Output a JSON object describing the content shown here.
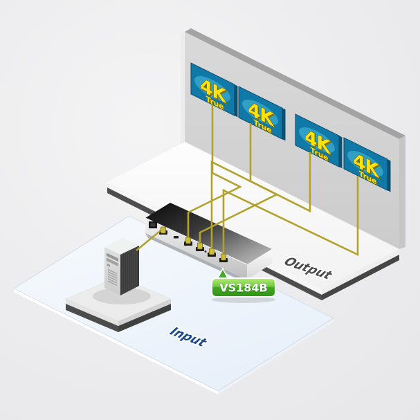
{
  "scene": {
    "device_label": "VS184B",
    "floor_labels": {
      "output": "Output",
      "input": "Input"
    },
    "displays": [
      {
        "badge": "4K",
        "sub": "True"
      },
      {
        "badge": "4K",
        "sub": "True"
      },
      {
        "badge": "4K",
        "sub": "True"
      },
      {
        "badge": "4K",
        "sub": "True"
      }
    ],
    "colors": {
      "cable": "#b2a22b",
      "screen_blue": "#1179a8",
      "screen_glow": "#2f9fc5",
      "screen_side": "#0b4f71",
      "badge_yellow": "#ffe212",
      "badge_shadow": "#7d7100",
      "label_green_top": "#b8ec77",
      "label_green_bottom": "#2f9416",
      "input_text": "#1d4a8c",
      "output_text": "#4b4b4b"
    }
  }
}
